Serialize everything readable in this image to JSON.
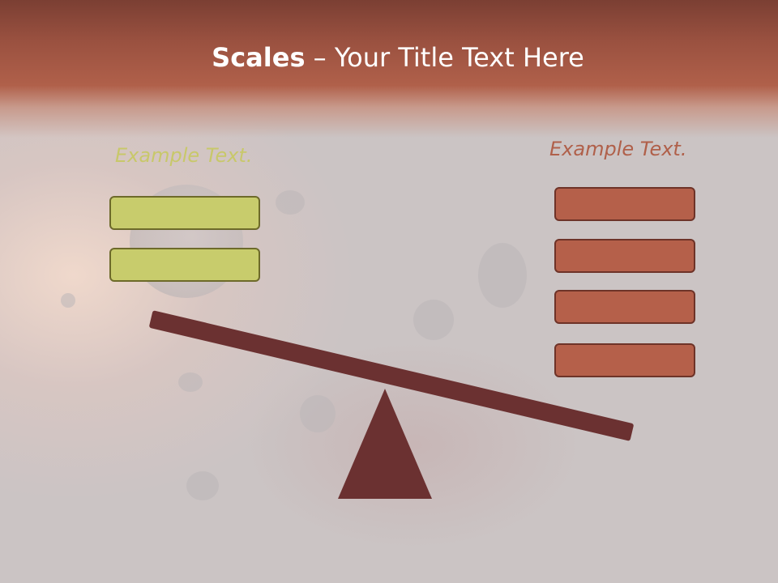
{
  "slide": {
    "title_bold": "Scales",
    "title_rest": " – Your Title Text Here",
    "left": {
      "label": "Example Text.",
      "color": "#c8cc6c",
      "boxes": 2
    },
    "right": {
      "label": "Example Text.",
      "color": "#b5604a",
      "boxes": 4
    },
    "scale_color": "#6b3131",
    "header_color": "#b0604a"
  }
}
